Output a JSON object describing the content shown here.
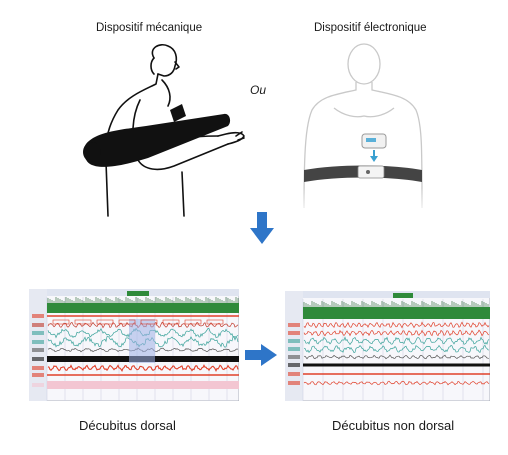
{
  "labels": {
    "mechanical": "Dispositif mécanique",
    "electronic": "Dispositif électronique",
    "or": "Ou"
  },
  "captions": {
    "left": "Décubitus dorsal",
    "right": "Décubitus non dorsal"
  },
  "colors": {
    "arrow": "#2e75c8",
    "signal_red": "#e0402a",
    "signal_teal": "#3aa29a",
    "signal_green": "#2f8a3a",
    "band_pink": "#f3c6d2",
    "highlight_blue": "#9fb0e6"
  }
}
